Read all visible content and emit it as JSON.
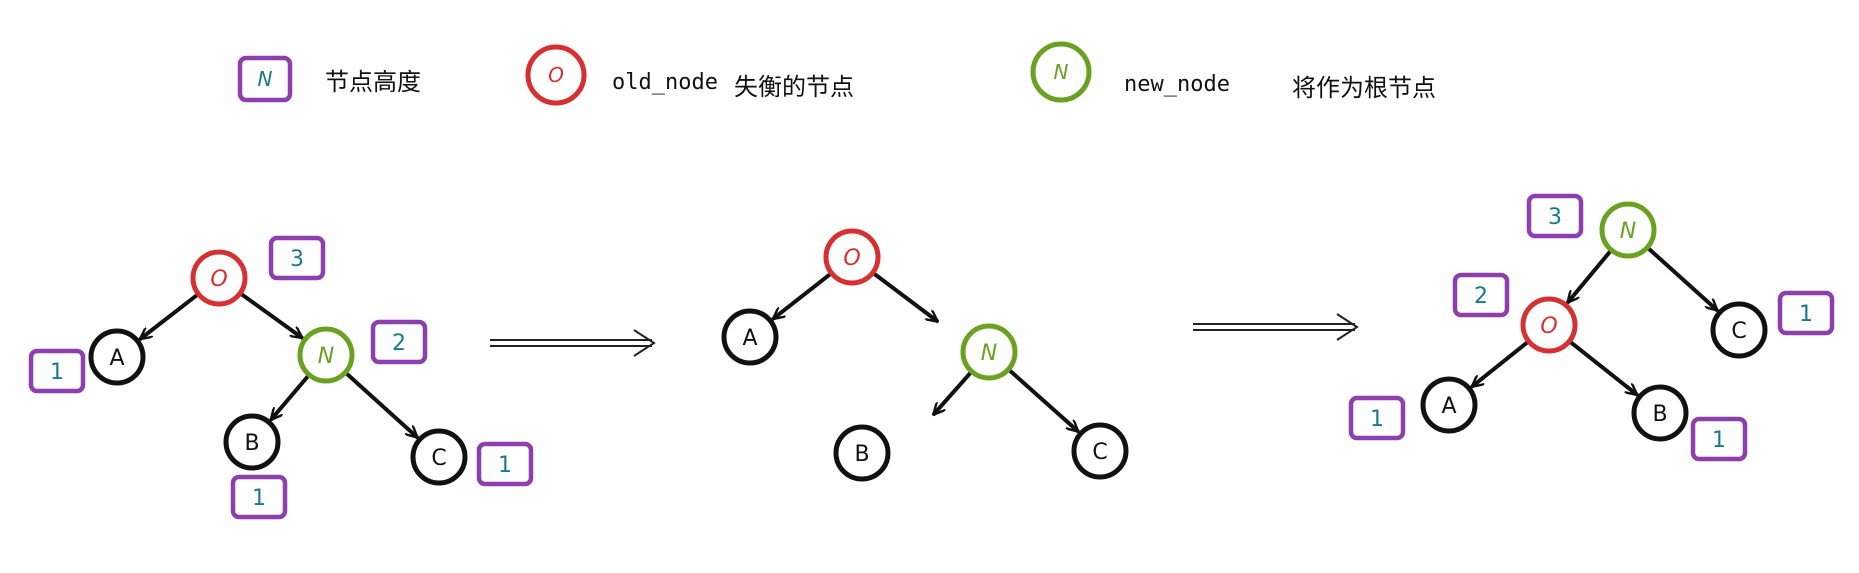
{
  "legend": {
    "height_box_symbol": "N",
    "height_label": "节点高度",
    "old_node_symbol": "O",
    "old_node_name": "old_node",
    "old_node_desc": "失衡的节点",
    "new_node_symbol": "N",
    "new_node_name": "new_node",
    "new_node_desc": "将作为根节点"
  },
  "colors": {
    "old_node": "#d63031",
    "new_node": "#6aa121",
    "height_box": "#8e3fae",
    "height_text": "#1a7a8a",
    "node": "#111111"
  },
  "stages": [
    {
      "nodes": [
        {
          "id": "O",
          "label": "O",
          "kind": "old",
          "height": "3"
        },
        {
          "id": "A",
          "label": "A",
          "kind": "normal",
          "height": "1"
        },
        {
          "id": "N",
          "label": "N",
          "kind": "new",
          "height": "2"
        },
        {
          "id": "B",
          "label": "B",
          "kind": "normal",
          "height": "1"
        },
        {
          "id": "C",
          "label": "C",
          "kind": "normal",
          "height": "1"
        }
      ],
      "edges": [
        [
          "O",
          "A"
        ],
        [
          "O",
          "N"
        ],
        [
          "N",
          "B"
        ],
        [
          "N",
          "C"
        ]
      ]
    },
    {
      "nodes": [
        {
          "id": "O",
          "label": "O",
          "kind": "old"
        },
        {
          "id": "A",
          "label": "A",
          "kind": "normal"
        },
        {
          "id": "N",
          "label": "N",
          "kind": "new"
        },
        {
          "id": "B",
          "label": "B",
          "kind": "normal"
        },
        {
          "id": "C",
          "label": "C",
          "kind": "normal"
        }
      ],
      "edges": [
        [
          "O",
          "A"
        ],
        [
          "N",
          "C"
        ]
      ],
      "dangling": [
        "O",
        "N"
      ]
    },
    {
      "nodes": [
        {
          "id": "N",
          "label": "N",
          "kind": "new",
          "height": "3"
        },
        {
          "id": "O",
          "label": "O",
          "kind": "old",
          "height": "2"
        },
        {
          "id": "C",
          "label": "C",
          "kind": "normal",
          "height": "1"
        },
        {
          "id": "A",
          "label": "A",
          "kind": "normal",
          "height": "1"
        },
        {
          "id": "B",
          "label": "B",
          "kind": "normal",
          "height": "1"
        }
      ],
      "edges": [
        [
          "N",
          "O"
        ],
        [
          "N",
          "C"
        ],
        [
          "O",
          "A"
        ],
        [
          "O",
          "B"
        ]
      ]
    }
  ]
}
